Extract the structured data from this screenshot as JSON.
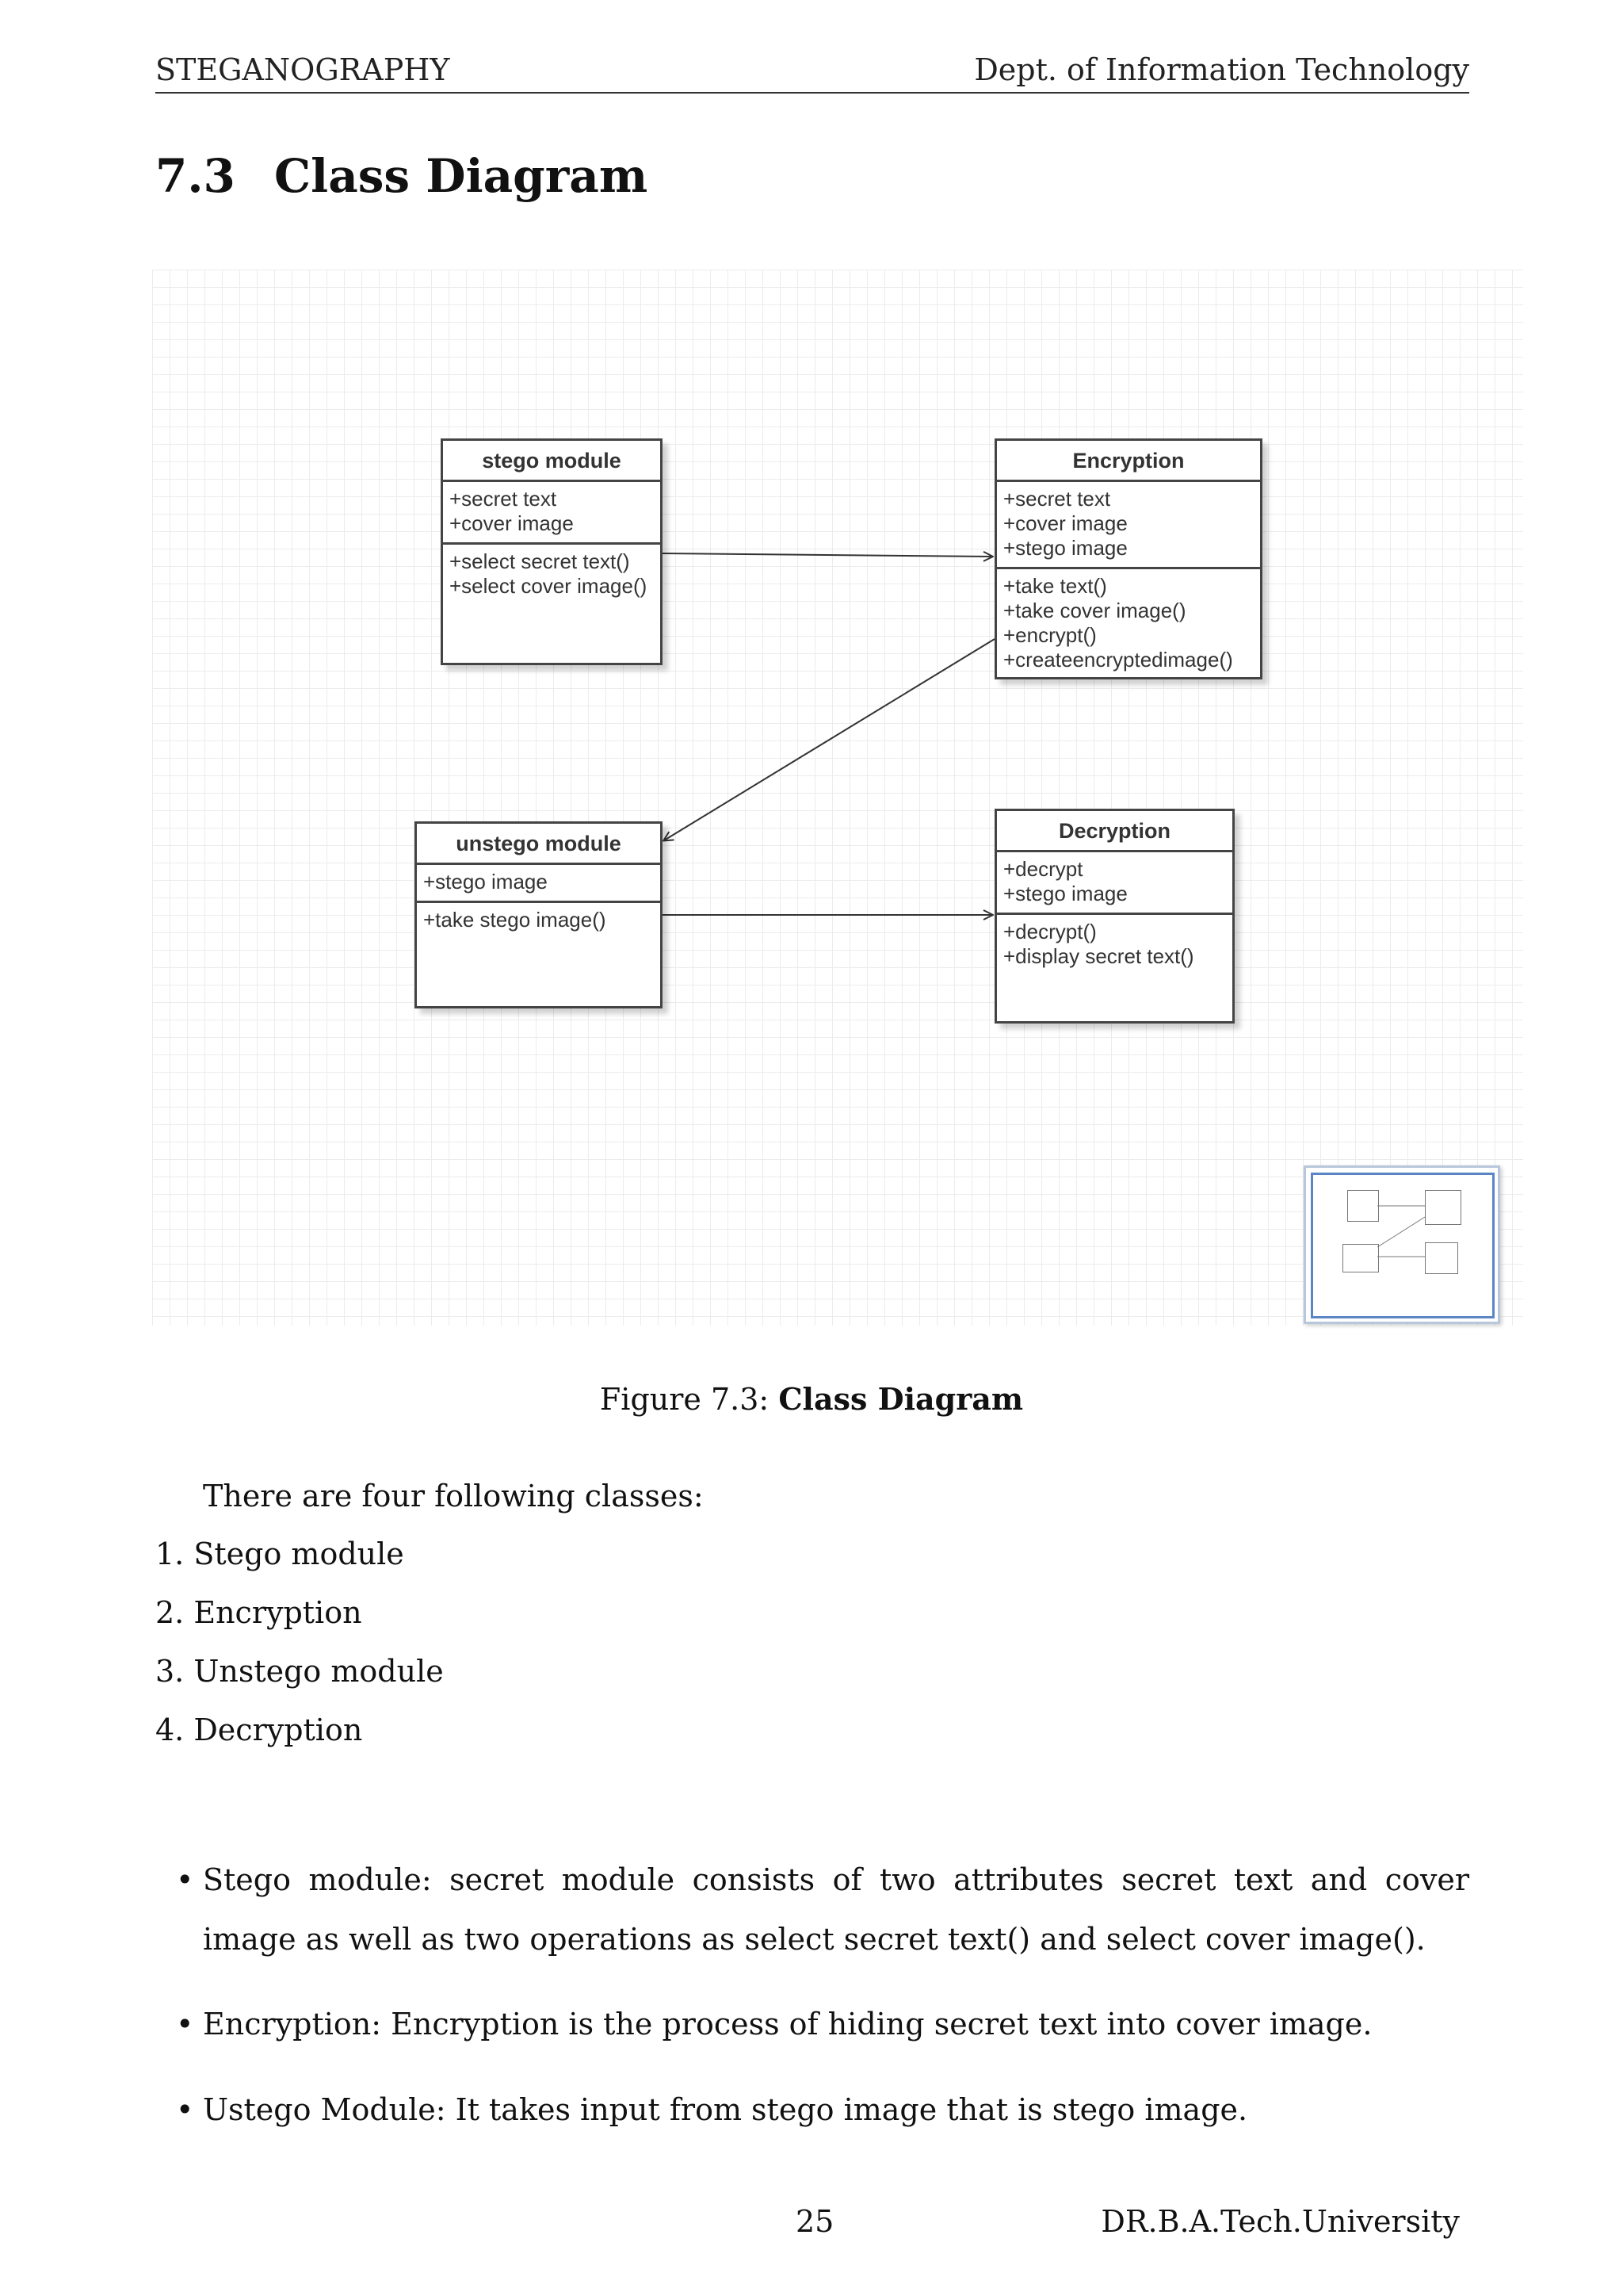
{
  "header": {
    "left": "STEGANOGRAPHY",
    "right": "Dept. of Information Technology"
  },
  "section": {
    "number": "7.3",
    "title": "Class Diagram"
  },
  "diagram": {
    "classes": [
      {
        "name": "stego module",
        "attributes": [
          "+secret text",
          "+cover image"
        ],
        "operations": [
          "+select secret text()",
          "+select cover image()"
        ]
      },
      {
        "name": "Encryption",
        "attributes": [
          "+secret text",
          "+cover image",
          "+stego image"
        ],
        "operations": [
          "+take text()",
          "+take cover image()",
          "+encrypt()",
          "+createencryptedimage()"
        ]
      },
      {
        "name": "unstego module",
        "attributes": [
          "+stego image"
        ],
        "operations": [
          "+take stego image()"
        ]
      },
      {
        "name": "Decryption",
        "attributes": [
          "+decrypt",
          "+stego image"
        ],
        "operations": [
          "+decrypt()",
          "+display secret text()"
        ]
      }
    ],
    "relations": [
      {
        "from": "stego module",
        "to": "Encryption"
      },
      {
        "from": "Encryption",
        "to": "unstego module"
      },
      {
        "from": "unstego module",
        "to": "Decryption"
      }
    ],
    "colors": {
      "grid": "#ececec",
      "box_border": "#444444",
      "minimap_viewport": "#5b86c4"
    }
  },
  "caption": {
    "prefix": "Figure 7.3:",
    "title": "Class Diagram"
  },
  "intro": "There are four following classes:",
  "classes_list": [
    "1. Stego module",
    "2. Encryption",
    "3. Unstego module",
    "4. Decryption"
  ],
  "bullets": [
    "Stego module: secret module consists of two attributes secret text and cover image as well as two operations as select secret text() and select cover image().",
    "Encryption: Encryption is the process of hiding secret text into cover image.",
    "Ustego Module: It takes input from stego image that is stego image."
  ],
  "bullet_symbol": "•",
  "footer": {
    "page_number": "25",
    "right": "DR.B.A.Tech.University"
  }
}
